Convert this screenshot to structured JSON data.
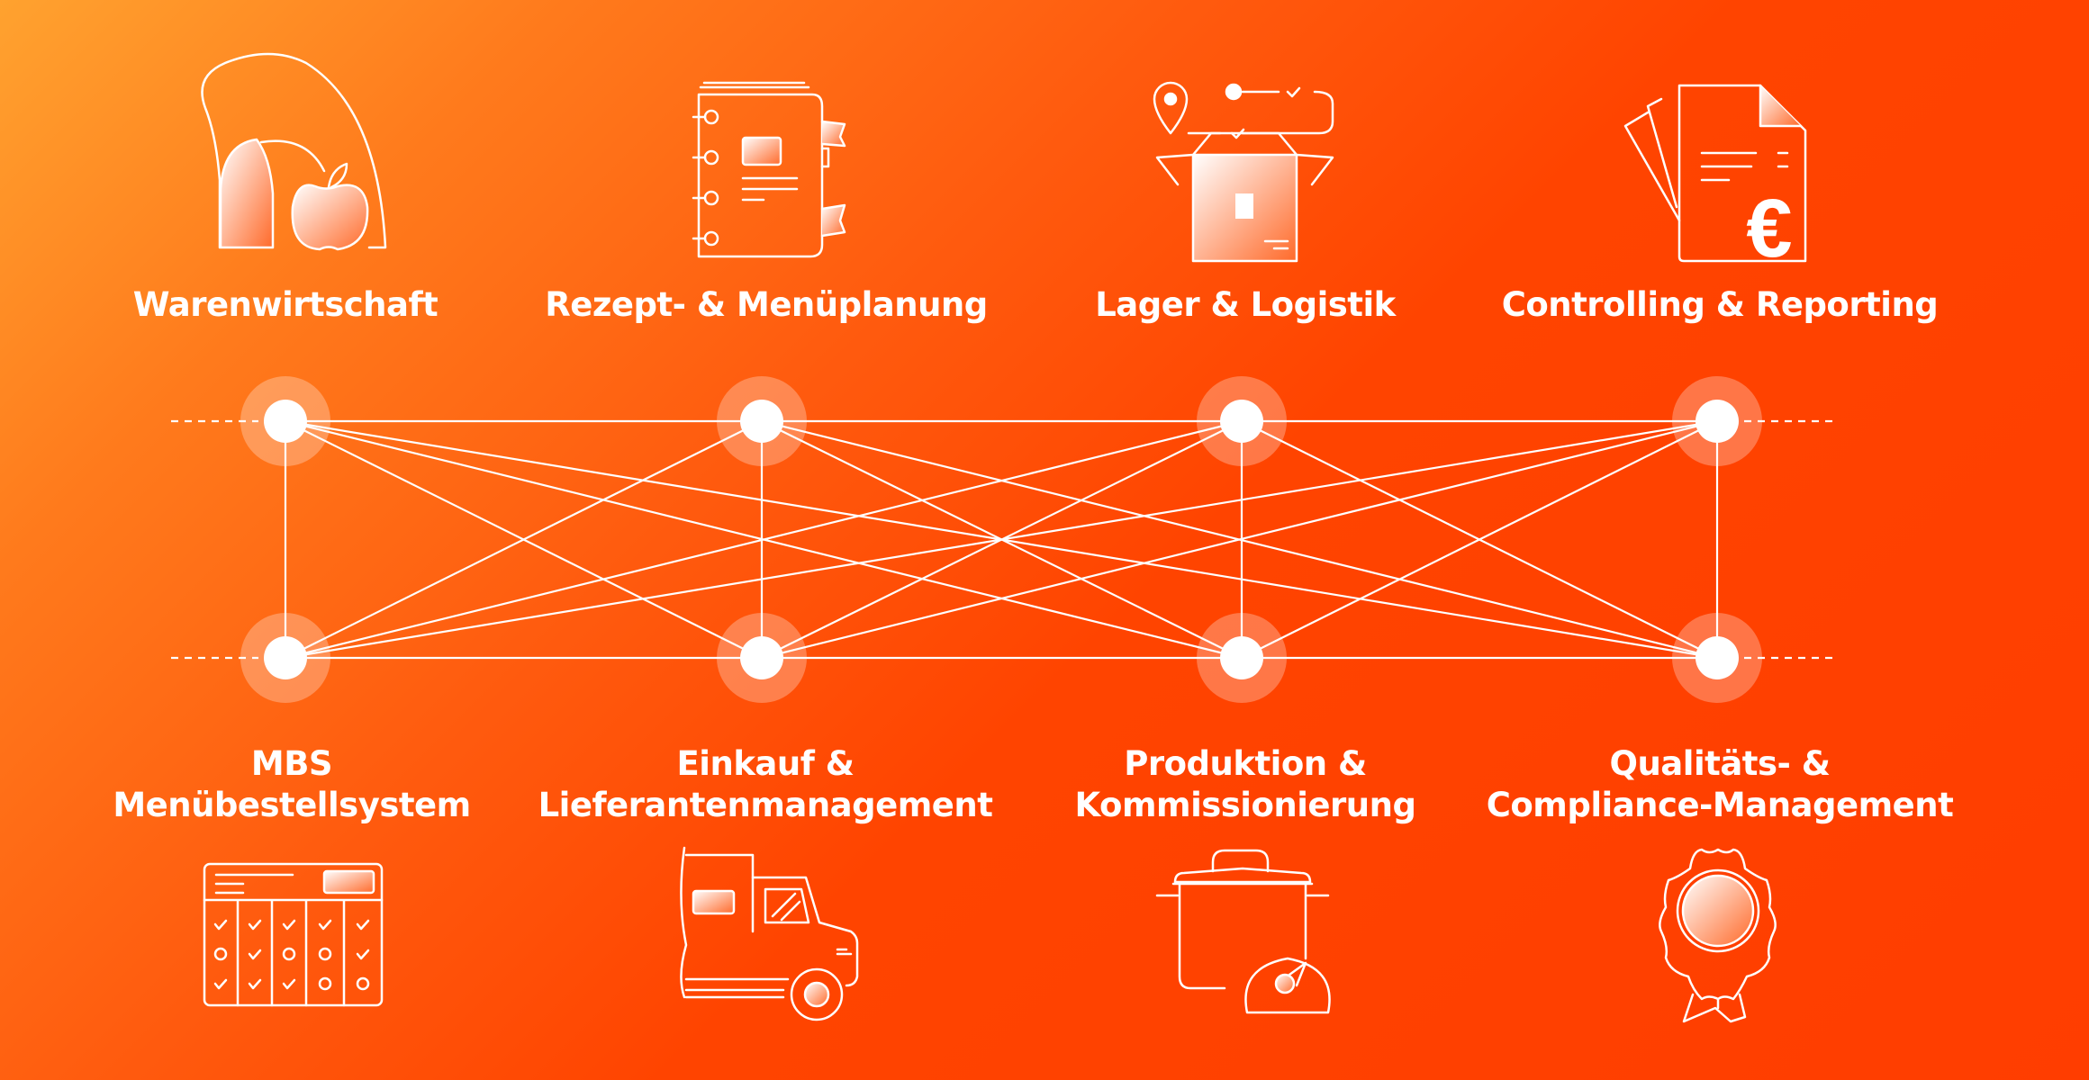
{
  "colors": {
    "gradient_start": "#ffa22f",
    "gradient_end": "#ff3d00",
    "line": "#ffffff"
  },
  "top_modules": [
    {
      "label": "Warenwirtschaft",
      "icon": "apple-shelf-icon"
    },
    {
      "label": "Rezept- & Menüplanung",
      "icon": "recipe-notebook-icon"
    },
    {
      "label": "Lager & Logistik",
      "icon": "box-location-icon"
    },
    {
      "label": "Controlling & Reporting",
      "icon": "euro-document-icon"
    }
  ],
  "bottom_modules": [
    {
      "line1": "MBS",
      "line2": "Menübestellsystem",
      "icon": "order-grid-icon"
    },
    {
      "line1": "Einkauf &",
      "line2": "Lieferantenmanagement",
      "icon": "delivery-truck-icon"
    },
    {
      "line1": "Produktion &",
      "line2": "Kommissionierung",
      "icon": "cooking-pot-gauge-icon"
    },
    {
      "line1": "Qualitäts- &",
      "line2": "Compliance-Management",
      "icon": "quality-rosette-icon"
    }
  ],
  "euro_symbol": "€"
}
